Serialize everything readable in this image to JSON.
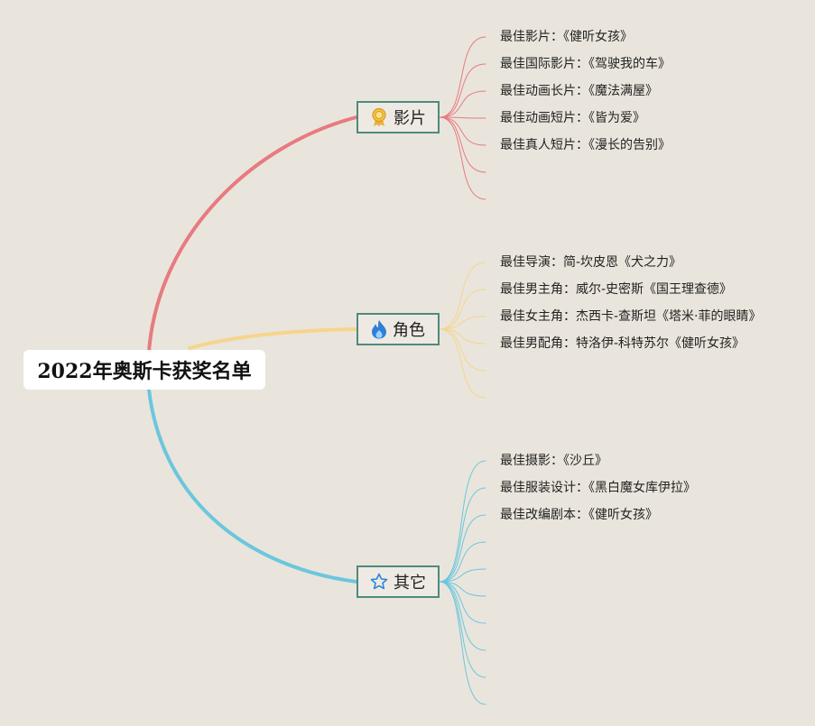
{
  "root": {
    "label": "2022年奥斯卡获奖名单"
  },
  "colors": {
    "background": "#e9e5dc",
    "red": "#e87a80",
    "yellow": "#f6d58c",
    "blue": "#6cc6dd",
    "branch_border": "#4e8a7e"
  },
  "branches": [
    {
      "label": "影片",
      "icon": "award-medal-icon",
      "color": "#e87a80",
      "leaves": [
        "最佳影片：《健听女孩》",
        "最佳国际影片：《驾驶我的车》",
        "最佳动画长片：《魔法满屋》",
        "最佳动画短片：《皆为爱》",
        "最佳真人短片：《漫长的告别》",
        "",
        ""
      ]
    },
    {
      "label": "角色",
      "icon": "flame-icon",
      "color": "#f6d58c",
      "leaves": [
        "最佳导演：简-坎皮恩《犬之力》",
        "最佳男主角：威尔-史密斯《国王理查德》",
        "最佳女主角：杰西卡-查斯坦《塔米·菲的眼睛》",
        "最佳男配角：特洛伊-科特苏尔《健听女孩》",
        "",
        ""
      ]
    },
    {
      "label": "其它",
      "icon": "star-outline-icon",
      "color": "#6cc6dd",
      "leaves": [
        "最佳摄影：《沙丘》",
        "最佳服装设计：《黑白魔女库伊拉》",
        "最佳改编剧本：《健听女孩》",
        "",
        "",
        "",
        "",
        "",
        "",
        ""
      ]
    }
  ]
}
